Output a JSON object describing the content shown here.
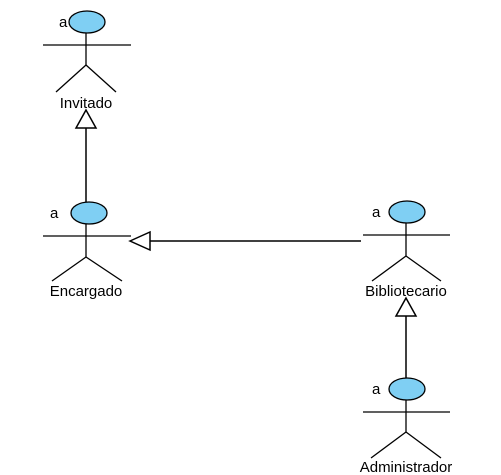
{
  "diagram": {
    "type": "uml-use-case-actors",
    "colors": {
      "head_fill": "#7fcff3",
      "line": "#000000",
      "background": "#ffffff"
    },
    "actors": [
      {
        "id": "invitado",
        "label": "Invitado",
        "stereotype_letter": "a"
      },
      {
        "id": "encargado",
        "label": "Encargado",
        "stereotype_letter": "a"
      },
      {
        "id": "bibliotecario",
        "label": "Bibliotecario",
        "stereotype_letter": "a"
      },
      {
        "id": "administrador",
        "label": "Administrador",
        "stereotype_letter": "a"
      }
    ],
    "generalizations": [
      {
        "from": "encargado",
        "to": "invitado"
      },
      {
        "from": "bibliotecario",
        "to": "encargado"
      },
      {
        "from": "administrador",
        "to": "bibliotecario"
      }
    ]
  }
}
